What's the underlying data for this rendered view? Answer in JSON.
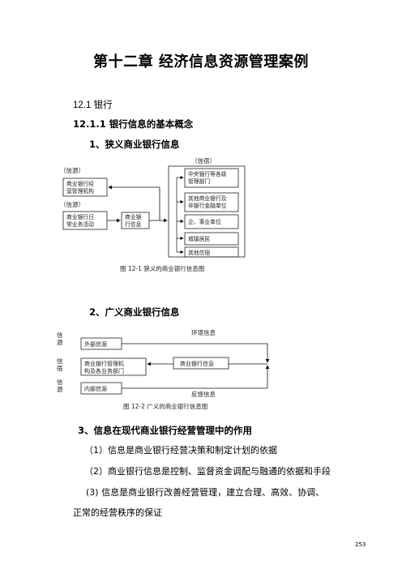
{
  "document": {
    "chapter_title": "第十二章  经济信息资源管理案例",
    "section": "12.1    银行",
    "subsection": "12.1.1  银行信息的基本概念",
    "page_number": "253"
  },
  "narrow": {
    "heading": "1、狭义商业银行信息",
    "label_info_source": "（信源）",
    "label_info_source2": "（信源）",
    "label_info_sink": "（信宿）",
    "box_mgmt": [
      "商业银行经",
      "营管理机构"
    ],
    "box_daily": [
      "商业银行日",
      "常业务活动"
    ],
    "box_bankinfo": [
      "商业银",
      "行信息"
    ],
    "sinks": [
      [
        "中央银行等各级",
        "管理部门"
      ],
      [
        "其他商业银行及",
        "非银行金融单位"
      ],
      [
        "企、事业单位"
      ],
      [
        "城镇居民"
      ],
      [
        "其他信宿"
      ]
    ],
    "caption": "图 12-1 狭义的商业银行信息图"
  },
  "broad": {
    "heading": "2、广义商业银行信息",
    "side_labels": [
      [
        "信",
        "源"
      ],
      [
        "信",
        "宿"
      ],
      [
        "信",
        "源"
      ]
    ],
    "env_info": "环境信息",
    "external_source": "外部信源",
    "mgmt_dept": [
      "商业银行管理机",
      "构及各业务部门"
    ],
    "bank_info": "商业银行信息",
    "internal_source": "内部信源",
    "feedback": "反馈信息",
    "caption": "图 12-2  广义的商业银行信息图"
  },
  "role": {
    "heading": "3、信息在现代商业银行经营管理中的作用",
    "items": [
      "（1）信息是商业银行经营决策和制定计划的依据",
      "（2）商业银行信息是控制、监督资金调配与融通的依据和手段"
    ],
    "item3_line1": "(3)  信息是商业银行改善经营管理，建立合理、高效、协调、",
    "item3_line2": "正常的经营秩序的保证"
  }
}
